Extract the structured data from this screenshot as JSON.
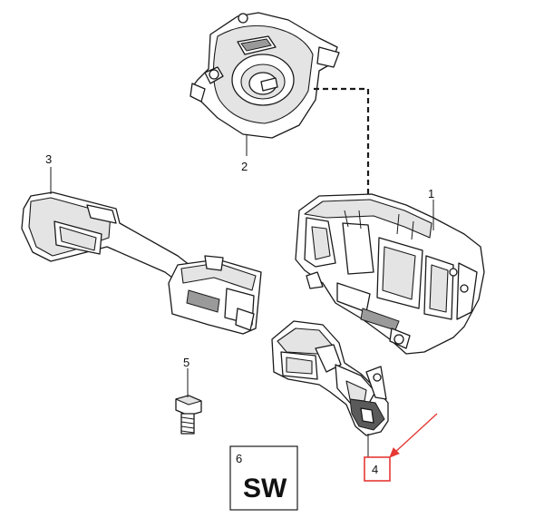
{
  "callouts": {
    "part1": "1",
    "part2": "2",
    "part3": "3",
    "part4": "4",
    "part5": "5",
    "part6": "6"
  },
  "sw_label": "SW",
  "colors": {
    "highlight": "#e53935",
    "line": "#1a1a1a",
    "shade": "#e4e4e4"
  },
  "highlighted_part": "4"
}
